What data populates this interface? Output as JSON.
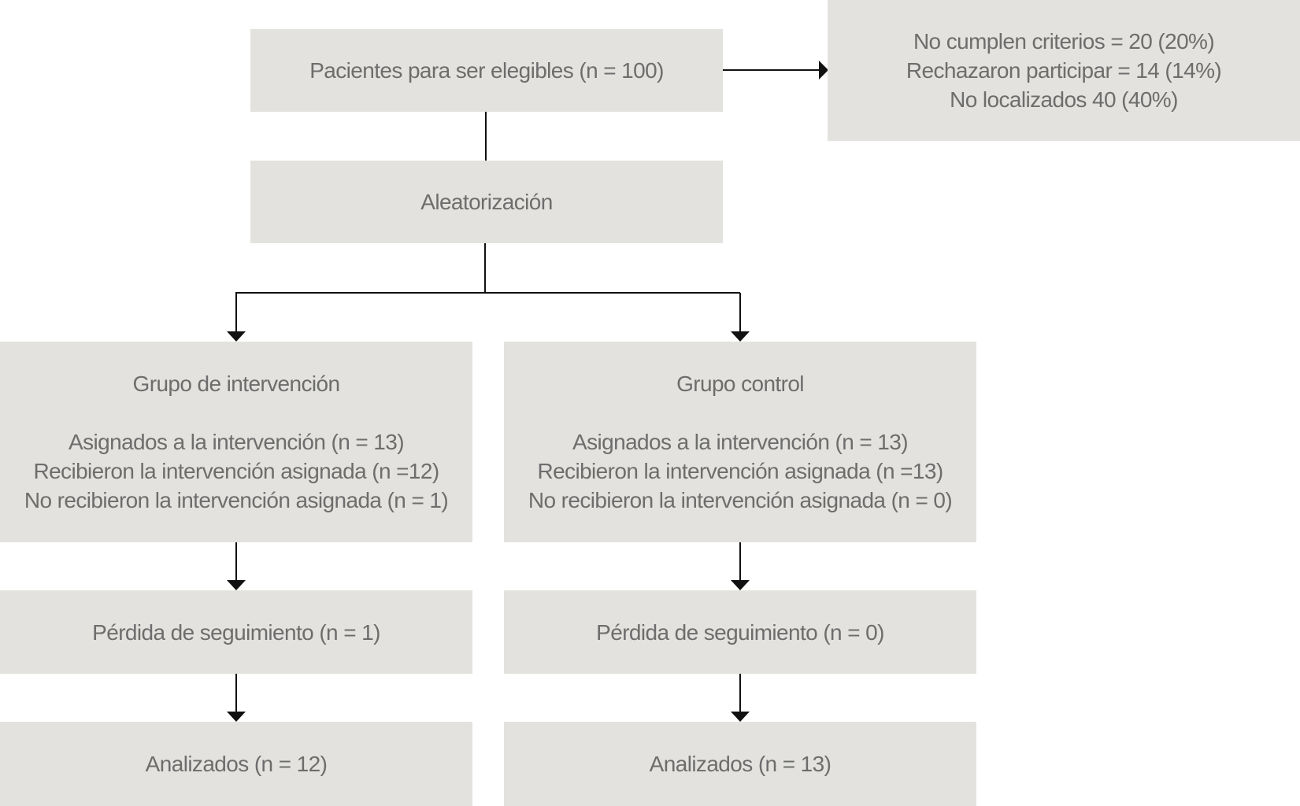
{
  "flowchart": {
    "eligible": "Pacientes para ser elegibles (n = 100)",
    "excluded": [
      "No cumplen criterios = 20 (20%)",
      "Rechazaron participar = 14 (14%)",
      "No localizados 40 (40%)"
    ],
    "randomization": "Aleatorización",
    "intervention_group": {
      "title": "Grupo de intervención",
      "lines": [
        "Asignados a la intervención (n = 13)",
        "Recibieron la intervención asignada (n =12)",
        "No recibieron la intervención asignada (n = 1)"
      ],
      "loss": "Pérdida de seguimiento (n = 1)",
      "analyzed": "Analizados (n = 12)"
    },
    "control_group": {
      "title": "Grupo control",
      "lines": [
        "Asignados a la intervención (n = 13)",
        "Recibieron la intervención asignada (n =13)",
        "No recibieron la intervención asignada (n = 0)"
      ],
      "loss": "Pérdida de seguimiento (n = 0)",
      "analyzed": "Analizados (n = 13)"
    }
  },
  "colors": {
    "box_fill": "#e3e2de",
    "text": "#6d6d6d",
    "connector": "#111111"
  }
}
